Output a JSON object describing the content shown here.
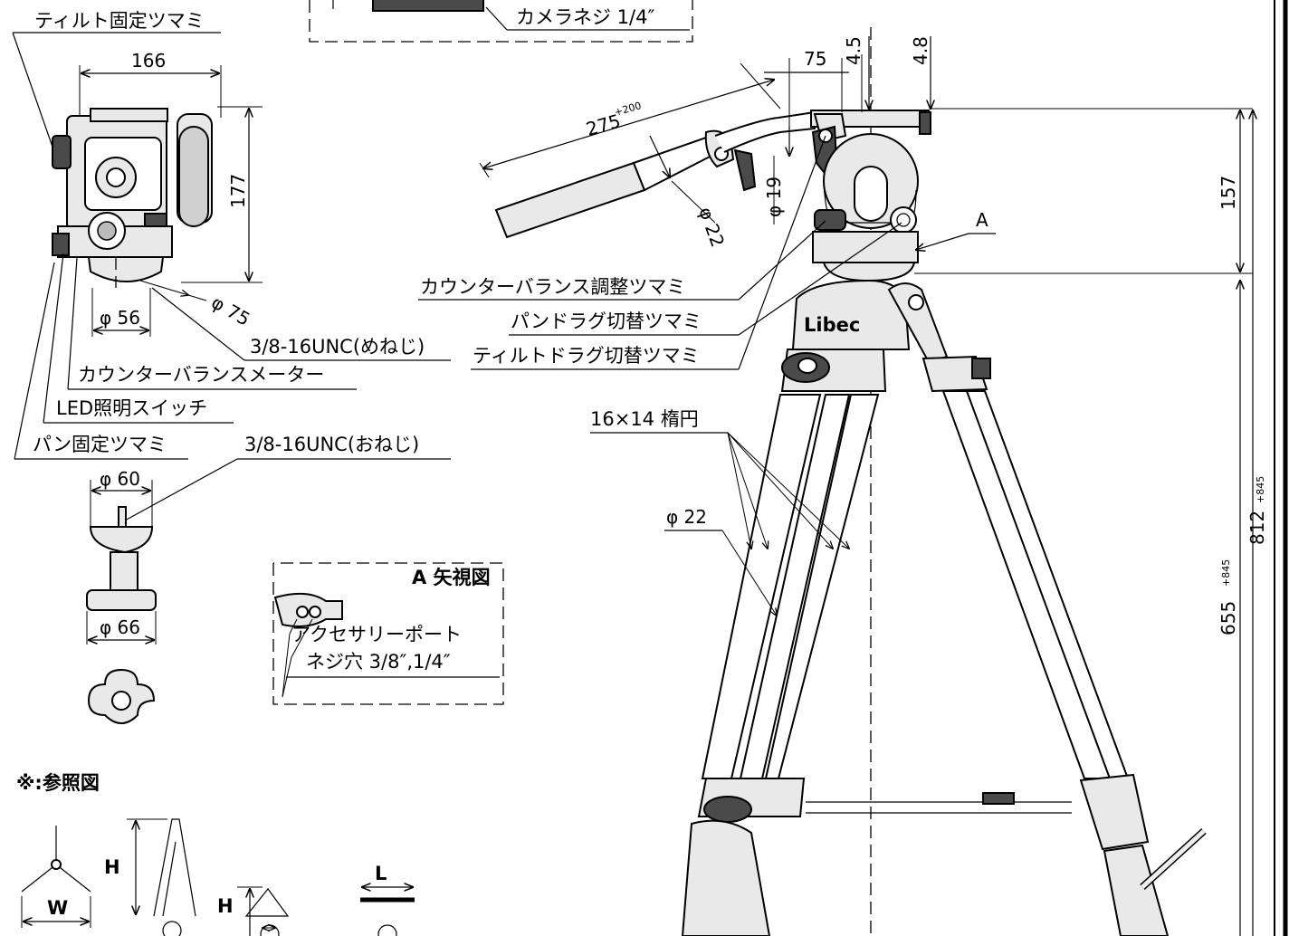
{
  "labels": {
    "tilt_lock": "ティルト固定ツマミ",
    "camera_screw": "カメラネジ 1/4″",
    "counterbalance_knob": "カウンターバランス調整ツマミ",
    "pan_drag_knob": "パンドラグ切替ツマミ",
    "tilt_drag_knob": "ティルトドラグ切替ツマミ",
    "female_thread": "3/8-16UNC(めねじ)",
    "counterbalance_meter": "カウンターバランスメーター",
    "led_switch": "LED照明スイッチ",
    "pan_lock": "パン固定ツマミ",
    "male_thread": "3/8-16UNC(おねじ)",
    "leg_section": "16×14 楕円",
    "view_a_title": "A 矢視図",
    "accessory_port_1": "アクセサリーポート",
    "accessory_port_2": "ネジ穴 3/8″,1/4″",
    "reference_note": "※:参照図",
    "marker_a": "A",
    "brand": "Libec"
  },
  "dimensions": {
    "width_166": "166",
    "height_177": "177",
    "dia_75": "φ 75",
    "dia_56": "φ 56",
    "dia_60": "φ 60",
    "dia_66": "φ 66",
    "handle_275": "275",
    "handle_275_tol": "+200",
    "dim_75": "75",
    "dim_45": "4.5",
    "dim_48": "4.8",
    "dia_19": "φ 19",
    "dia_22_handle": "φ 22",
    "height_157": "157",
    "dia_22_leg": "φ 22",
    "height_655": "655",
    "height_655_tol": "+845",
    "height_812": "812",
    "height_812_tol": "+845",
    "ref_w": "W",
    "ref_h1": "H",
    "ref_h2": "H",
    "ref_l": "L"
  }
}
